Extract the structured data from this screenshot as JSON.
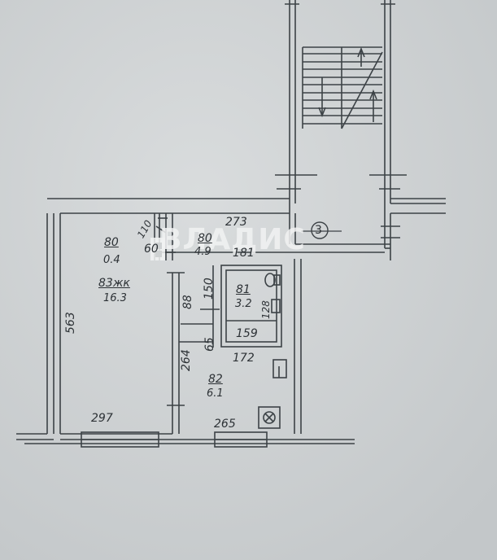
{
  "plan": {
    "entrance_number": "3",
    "watermark": "ВЛАДИС",
    "dimensions": {
      "kitchen_width_top": "273",
      "hall_width": "181",
      "left_room_height": "563",
      "left_room_bottom_width": "297",
      "right_room_bottom_width": "265",
      "right_room_top_width": "172",
      "right_room_height": "264",
      "corridor_height": "88",
      "bath_block_width": "150",
      "bath_width": "159",
      "door_depth": "65",
      "wall_60": "60",
      "wall_110": "110",
      "bath_depth": "128"
    },
    "rooms": [
      {
        "code": "80",
        "area": "0.4"
      },
      {
        "code": "80",
        "area": "4.9"
      },
      {
        "code": "83жк",
        "area": "16.3"
      },
      {
        "code": "81",
        "area": "3.2"
      },
      {
        "code": "82",
        "area": "6.1"
      }
    ]
  }
}
